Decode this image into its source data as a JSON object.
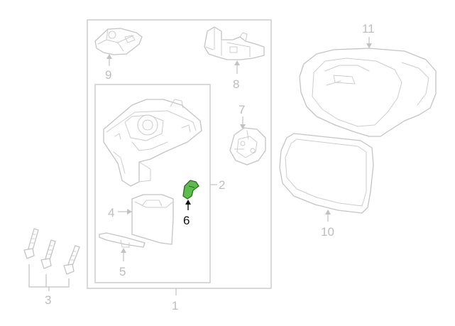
{
  "diagram": {
    "highlight_color": "#5cbd4c",
    "callouts": {
      "c1": "1",
      "c2": "2",
      "c3": "3",
      "c4": "4",
      "c5": "5",
      "c6": "6",
      "c7": "7",
      "c8": "8",
      "c9": "9",
      "c10": "10",
      "c11": "11"
    },
    "highlighted_callout": "6"
  }
}
